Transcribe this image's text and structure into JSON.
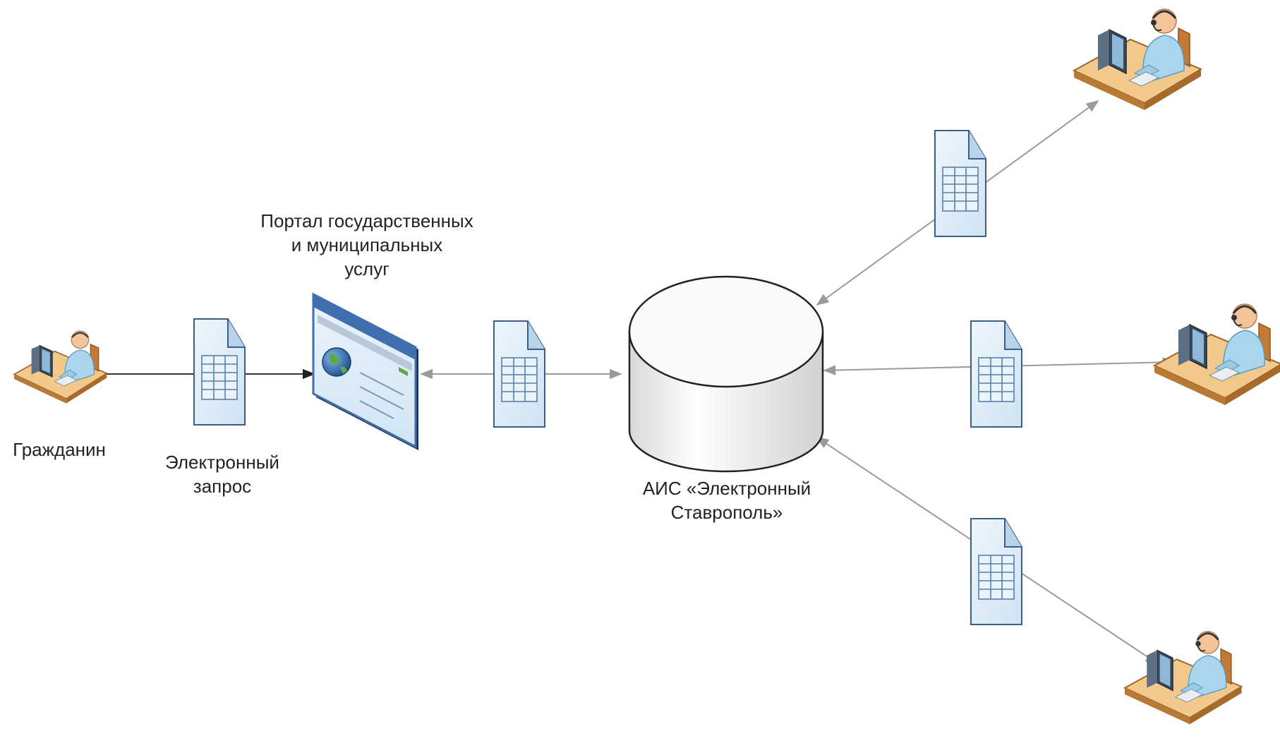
{
  "labels": {
    "citizen": "Гражданин",
    "request_line1": "Электронный",
    "request_line2": "запрос",
    "portal_line1": "Портал государственных",
    "portal_line2": "и муниципальных",
    "portal_line3": "услуг",
    "ais_line1": "АИС «Электронный",
    "ais_line2": "Ставрополь»"
  },
  "icons": {
    "citizen": "user-at-computer-icon",
    "document": "spreadsheet-document-icon",
    "portal": "web-browser-window-icon",
    "database": "database-cylinder-icon",
    "operator": "operator-at-computer-icon"
  },
  "colors": {
    "line_dark": "#333333",
    "line_gray": "#9a9a9a",
    "document_fill": "#dcecf8",
    "document_stroke": "#3d5f86",
    "person_fill": "#a9d6ee",
    "desk_fill": "#f2c98a",
    "desk_edge": "#b87a34",
    "browser_frame": "#3f6fae",
    "cylinder_fill": "#f5f5f5"
  }
}
